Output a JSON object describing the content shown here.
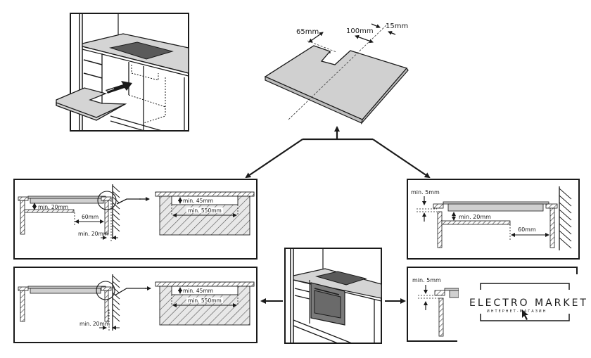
{
  "diagram": {
    "subject": "Built-in hob installation dimensions",
    "colors": {
      "line": "#1a1a1a",
      "panel_fill": "#d0d0d0",
      "hob_glass": "#5a5a5a",
      "oven_fill": "#7a7a7a",
      "background": "#ffffff"
    },
    "top_left_panel": {
      "caption": "Countertop cut-out panel inserted under hob"
    },
    "top_center_panel": {
      "labels": {
        "depth": "65mm",
        "width": "100mm",
        "offset": "15mm"
      }
    },
    "mid_left_panel": {
      "labels": {
        "under_gap": "min. 20mm",
        "side_gap": "60mm",
        "wall_gap": "min. 20mm"
      },
      "detail_labels": {
        "depth": "min. 45mm",
        "width": "min. 550mm"
      }
    },
    "mid_right_panel": {
      "labels": {
        "top_gap": "min. 5mm",
        "under_gap": "min. 20mm",
        "side_gap": "60mm"
      }
    },
    "bottom_left_panel": {
      "labels": {
        "wall_gap": "min. 20mm"
      },
      "detail_labels": {
        "depth": "min. 45mm",
        "width": "min. 550mm"
      }
    },
    "bottom_center_panel": {
      "caption": "Hob installed above built-in oven"
    },
    "bottom_right_panel": {
      "labels": {
        "top_gap": "min. 5mm"
      }
    },
    "watermark": {
      "title": "ELECTRO MARKET",
      "subtitle": "ИНТЕРНЕТ-МАГАЗИН"
    }
  }
}
